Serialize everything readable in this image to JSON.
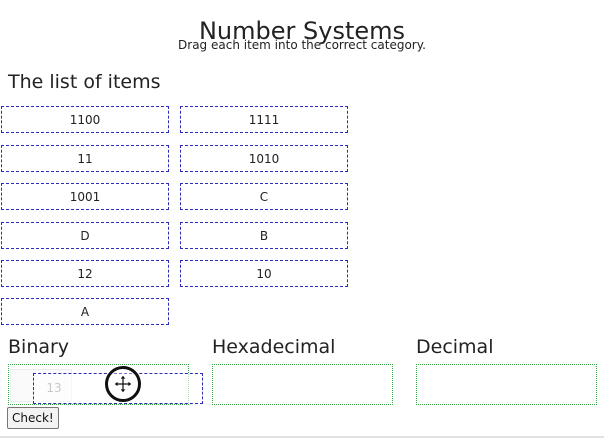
{
  "page": {
    "title": "Number Systems",
    "instruction": "Drag each item into the correct category."
  },
  "item_list": {
    "heading": "The list of items",
    "items": [
      {
        "label": "1100"
      },
      {
        "label": "1111"
      },
      {
        "label": "11"
      },
      {
        "label": "1010"
      },
      {
        "label": "1001"
      },
      {
        "label": "C"
      },
      {
        "label": "D"
      },
      {
        "label": "B"
      },
      {
        "label": "12"
      },
      {
        "label": "10"
      },
      {
        "label": "A"
      }
    ]
  },
  "categories": [
    {
      "name": "Binary"
    },
    {
      "name": "Hexadecimal"
    },
    {
      "name": "Decimal"
    }
  ],
  "dragging": {
    "label": "13",
    "cursor_icon": "move-arrows-icon"
  },
  "actions": {
    "check_label": "Check!"
  },
  "colors": {
    "item_border": "#2b2bb5",
    "zone_border": "#3aa64a"
  }
}
